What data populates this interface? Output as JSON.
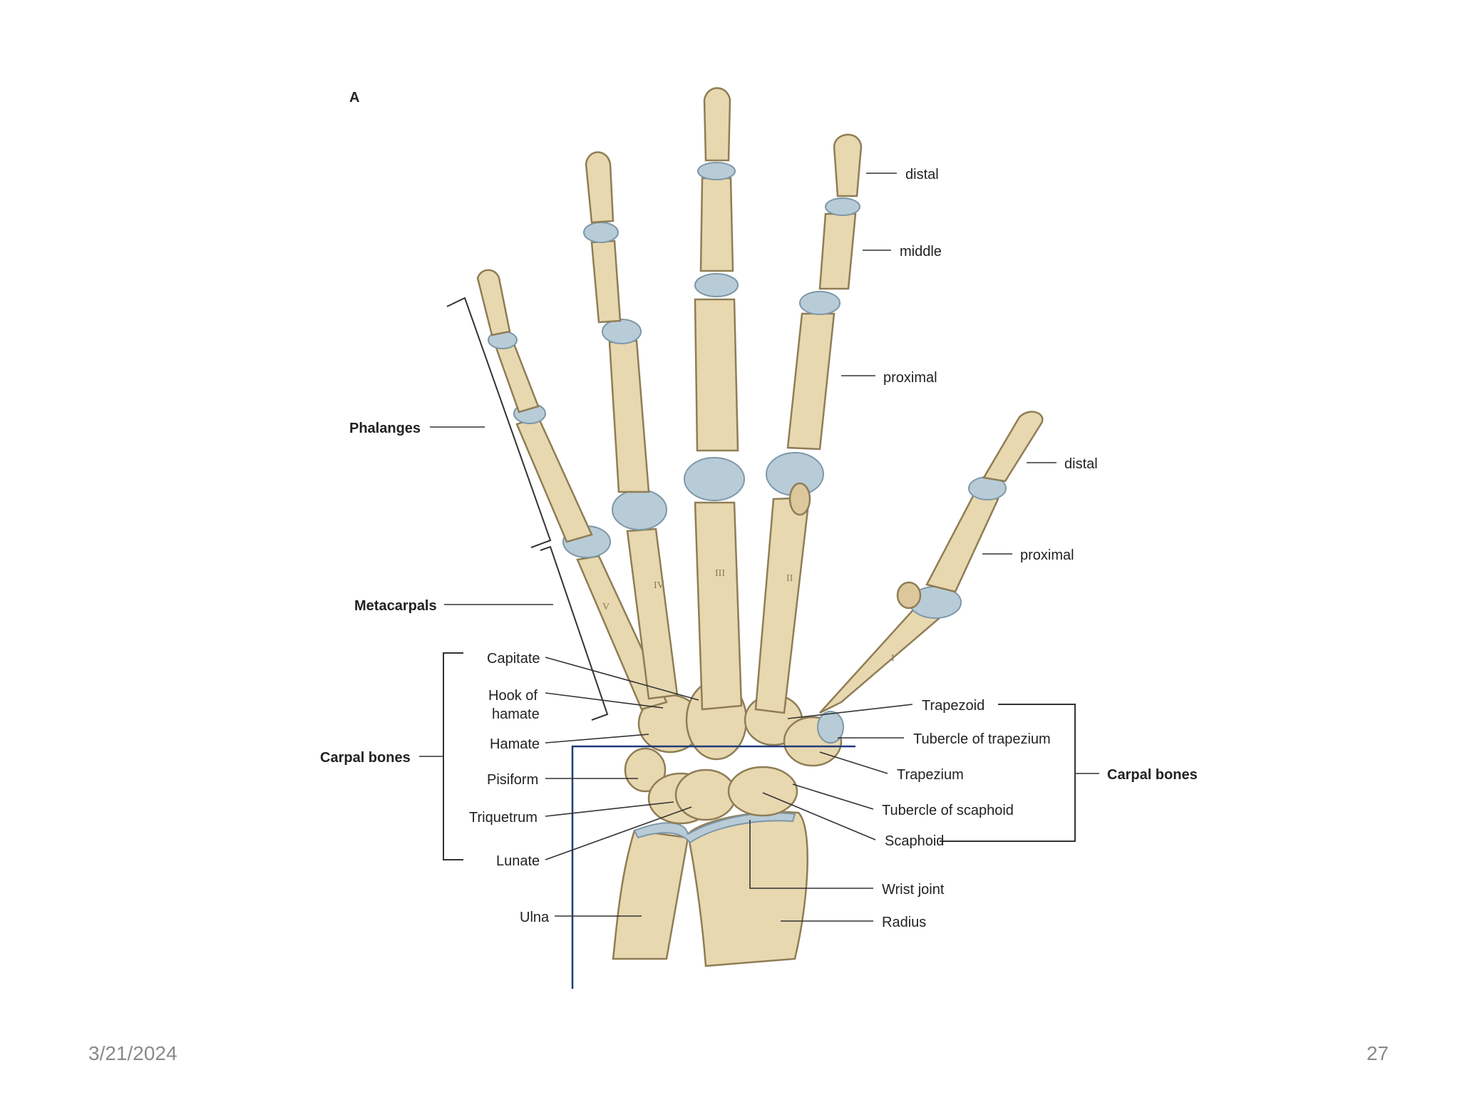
{
  "figure": {
    "panel_label": "A",
    "roman_numerals": [
      "I",
      "II",
      "III",
      "IV",
      "V"
    ],
    "labels": {
      "distal_finger": "distal",
      "middle_finger": "middle",
      "proximal_finger": "proximal",
      "distal_thumb": "distal",
      "proximal_thumb": "proximal",
      "phalanges": "Phalanges",
      "metacarpals": "Metacarpals",
      "carpal_bones_left": "Carpal bones",
      "carpal_bones_right": "Carpal bones",
      "capitate": "Capitate",
      "hook_of_hamate_1": "Hook of",
      "hook_of_hamate_2": "hamate",
      "hamate": "Hamate",
      "pisiform": "Pisiform",
      "triquetrum": "Triquetrum",
      "lunate": "Lunate",
      "ulna": "Ulna",
      "trapezoid": "Trapezoid",
      "tubercle_of_trapezium": "Tubercle of trapezium",
      "trapezium": "Trapezium",
      "tubercle_of_scaphoid": "Tubercle of scaphoid",
      "scaphoid": "Scaphoid",
      "wrist_joint": "Wrist joint",
      "radius": "Radius"
    }
  },
  "footer": {
    "date": "3/21/2024",
    "page_number": "27"
  },
  "colors": {
    "bone": "#e8d8b0",
    "cartilage": "#b8ccd8",
    "leader": "#333333",
    "section_line": "#1f3a7a"
  }
}
